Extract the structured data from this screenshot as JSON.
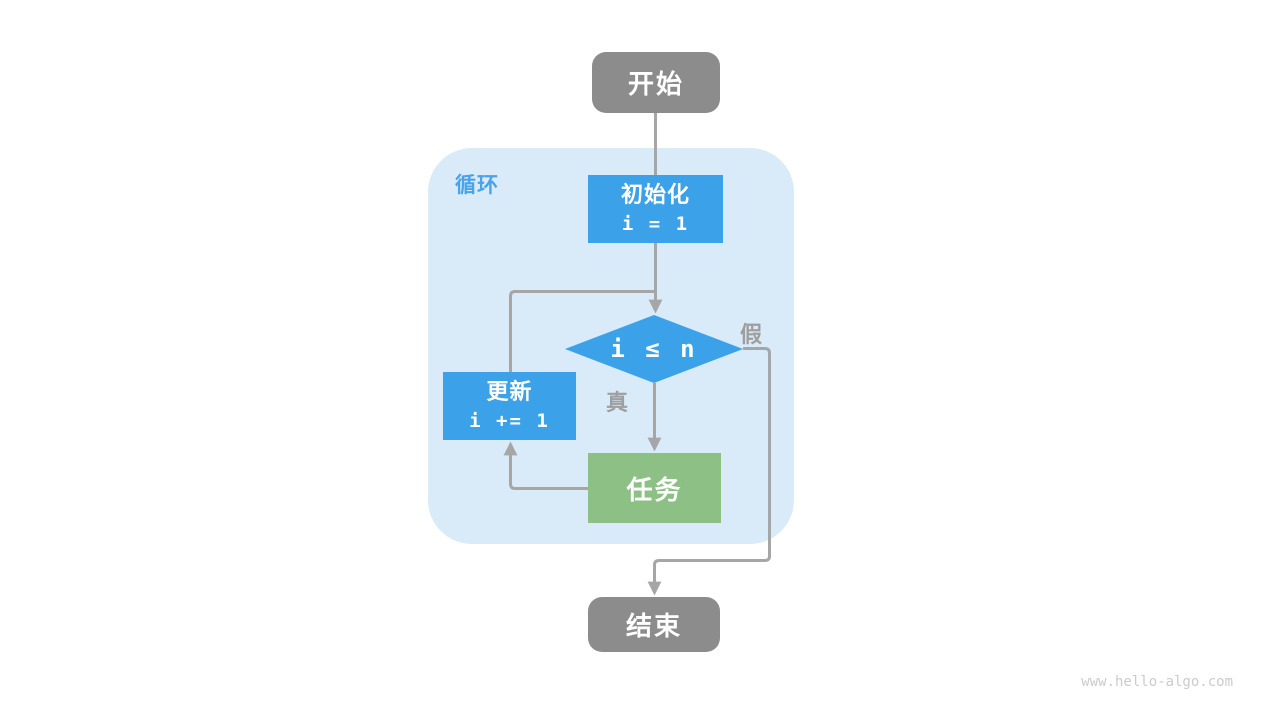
{
  "page": {
    "watermark": "www.hello-algo.com"
  },
  "diagram": {
    "container_label": "循环",
    "nodes": {
      "start": {
        "label": "开始",
        "type": "terminal"
      },
      "init": {
        "label": "初始化",
        "code": "i = 1",
        "type": "process"
      },
      "condition": {
        "code": "i ≤ n",
        "type": "decision"
      },
      "update": {
        "label": "更新",
        "code": "i += 1",
        "type": "process"
      },
      "task": {
        "label": "任务",
        "type": "process"
      },
      "end": {
        "label": "结束",
        "type": "terminal"
      }
    },
    "edge_labels": {
      "true_branch": "真",
      "false_branch": "假"
    },
    "edges": [
      {
        "from": "start",
        "to": "init"
      },
      {
        "from": "init",
        "to": "condition"
      },
      {
        "from": "condition",
        "to": "task",
        "label": "真"
      },
      {
        "from": "condition",
        "to": "end",
        "label": "假"
      },
      {
        "from": "task",
        "to": "update"
      },
      {
        "from": "update",
        "to": "condition"
      }
    ],
    "colors": {
      "terminal_gray": "#8C8C8C",
      "process_blue": "#3BA1E8",
      "task_green": "#8CC084",
      "loop_container_fill": "#D9EAF8",
      "loop_label_blue": "#4AA3E8",
      "connector_gray": "#A6A6A6",
      "edge_label_gray": "#9E9E9E",
      "watermark_gray": "#CBCBCB"
    }
  }
}
